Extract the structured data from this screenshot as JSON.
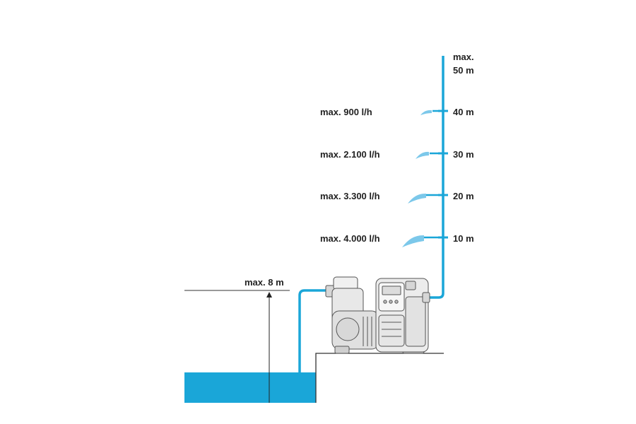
{
  "colors": {
    "water": "#1aa6d8",
    "pipe": "#1aa6d8",
    "ink": "#222222",
    "pump_body": "#e4e4e4",
    "pump_outline": "#555555"
  },
  "suction": {
    "label": "max. 8 m"
  },
  "riser": {
    "top_label_line1": "max.",
    "top_label_line2": "50 m"
  },
  "outlets": [
    {
      "height": "40 m",
      "flow": "max. 900 l/h"
    },
    {
      "height": "30 m",
      "flow": "max. 2.100 l/h"
    },
    {
      "height": "20 m",
      "flow": "max. 3.300 l/h"
    },
    {
      "height": "10 m",
      "flow": "max. 4.000 l/h"
    }
  ]
}
